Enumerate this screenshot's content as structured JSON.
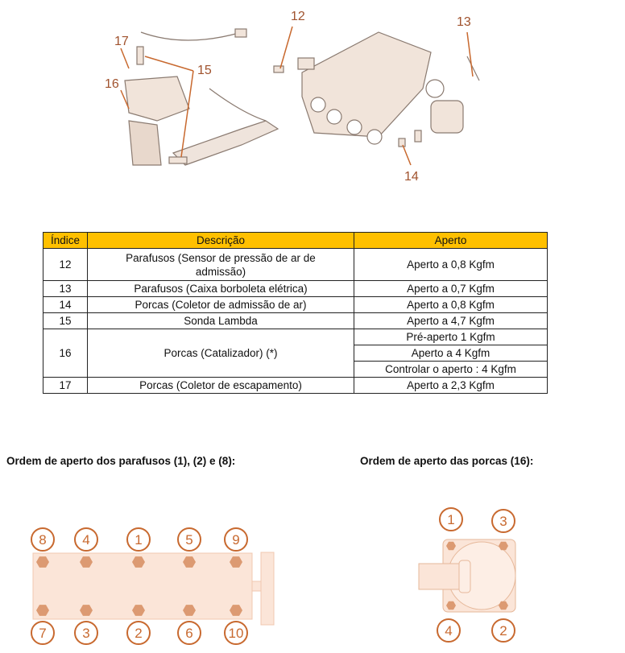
{
  "figure_callouts": [
    "12",
    "13",
    "14",
    "15",
    "16",
    "17"
  ],
  "table": {
    "headers": [
      "Índice",
      "Descrição",
      "Aperto"
    ],
    "rows": [
      {
        "index": "12",
        "description": "Parafusos (Sensor de pressão de ar de admissão)",
        "torque": [
          "Aperto a 0,8 Kgfm"
        ]
      },
      {
        "index": "13",
        "description": "Parafusos (Caixa borboleta elétrica)",
        "torque": [
          "Aperto a 0,7 Kgfm"
        ]
      },
      {
        "index": "14",
        "description": "Porcas (Coletor de admissão de ar)",
        "torque": [
          "Aperto a 0,8 Kgfm"
        ]
      },
      {
        "index": "15",
        "description": "Sonda Lambda",
        "torque": [
          "Aperto a 4,7 Kgfm"
        ]
      },
      {
        "index": "16",
        "description": "Porcas (Catalizador) (*)",
        "torque": [
          "Pré-aperto 1 Kgfm",
          "Aperto a 4 Kgfm",
          "Controlar o aperto : 4 Kgfm"
        ]
      },
      {
        "index": "17",
        "description": "Porcas (Coletor de escapamento)",
        "torque": [
          "Aperto a 2,3 Kgfm"
        ]
      }
    ]
  },
  "left_heading": "Ordem de aperto dos parafusos (1), (2) e (8):",
  "right_heading": "Ordem de aperto das porcas (16):",
  "bolt_order_top": [
    "8",
    "4",
    "1",
    "5",
    "9"
  ],
  "bolt_order_bottom": [
    "7",
    "3",
    "2",
    "6",
    "10"
  ],
  "nut_order": [
    "1",
    "3",
    "4",
    "2"
  ],
  "colors": {
    "header": "#ffc000",
    "accent": "#c8692f",
    "plate": "#fbe5d8"
  }
}
